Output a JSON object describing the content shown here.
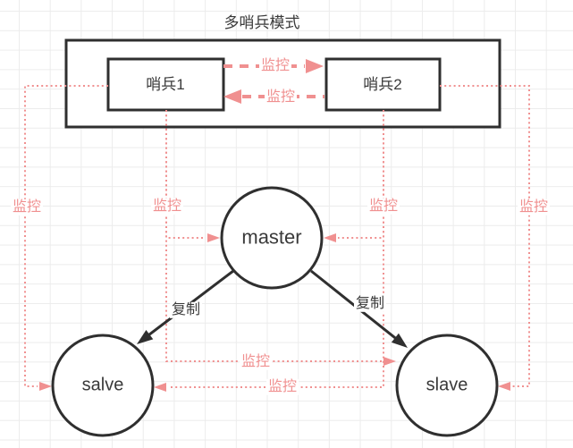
{
  "title": "多哨兵模式",
  "nodes": {
    "sentinel1": {
      "label": "哨兵1"
    },
    "sentinel2": {
      "label": "哨兵2"
    },
    "master": {
      "label": "master"
    },
    "salve": {
      "label": "salve"
    },
    "slave": {
      "label": "slave"
    }
  },
  "edges": {
    "monitor_s1_to_s2": {
      "label": "监控"
    },
    "monitor_s2_to_s1": {
      "label": "监控"
    },
    "monitor_outer_left": {
      "label": "监控"
    },
    "monitor_s1_to_master": {
      "label": "监控"
    },
    "monitor_s2_to_master": {
      "label": "监控"
    },
    "monitor_outer_right": {
      "label": "监控"
    },
    "monitor_s1_to_slave": {
      "label": "监控"
    },
    "monitor_s2_to_salve": {
      "label": "监控"
    },
    "replicate_to_salve": {
      "label": "复制"
    },
    "replicate_to_slave": {
      "label": "复制"
    }
  },
  "colors": {
    "stroke": "#2f2f2f",
    "text": "#3a3a3a",
    "accent": "#f09090",
    "grid": "#ececec"
  }
}
